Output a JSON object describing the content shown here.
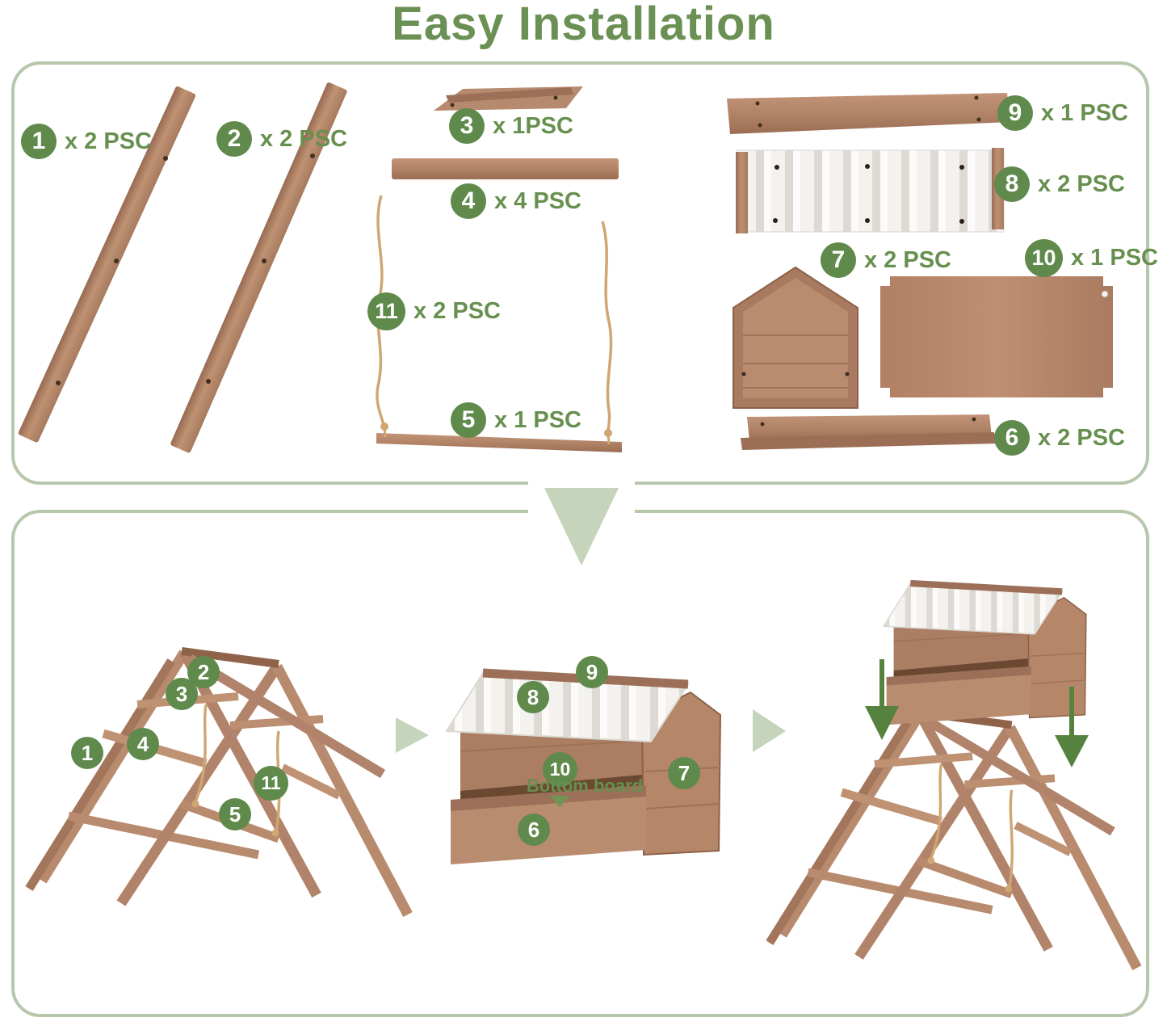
{
  "title": "Easy Installation",
  "colors": {
    "accent_green": "#67904f",
    "badge_green": "#5f8a4c",
    "panel_border": "#b7c7ac",
    "flow_arrow_light": "#c6d4bb",
    "drop_arrow_dark": "#55833f",
    "wood": "#b1836a",
    "roof_white": "#f3f2ee",
    "rope": "#d0a673"
  },
  "parts": {
    "p1": {
      "num": "1",
      "qty": "x 2 PSC"
    },
    "p2": {
      "num": "2",
      "qty": "x 2 PSC"
    },
    "p3": {
      "num": "3",
      "qty": "x 1PSC"
    },
    "p4": {
      "num": "4",
      "qty": "x 4 PSC"
    },
    "p5": {
      "num": "5",
      "qty": "x 1 PSC"
    },
    "p6": {
      "num": "6",
      "qty": "x 2 PSC"
    },
    "p7": {
      "num": "7",
      "qty": "x 2 PSC"
    },
    "p8": {
      "num": "8",
      "qty": "x 2 PSC"
    },
    "p9": {
      "num": "9",
      "qty": "x 1 PSC"
    },
    "p10": {
      "num": "10",
      "qty": "x 1 PSC"
    },
    "p11": {
      "num": "11",
      "qty": "x 2 PSC"
    }
  },
  "assembly": {
    "bottom_board_label": "Bottom board"
  }
}
